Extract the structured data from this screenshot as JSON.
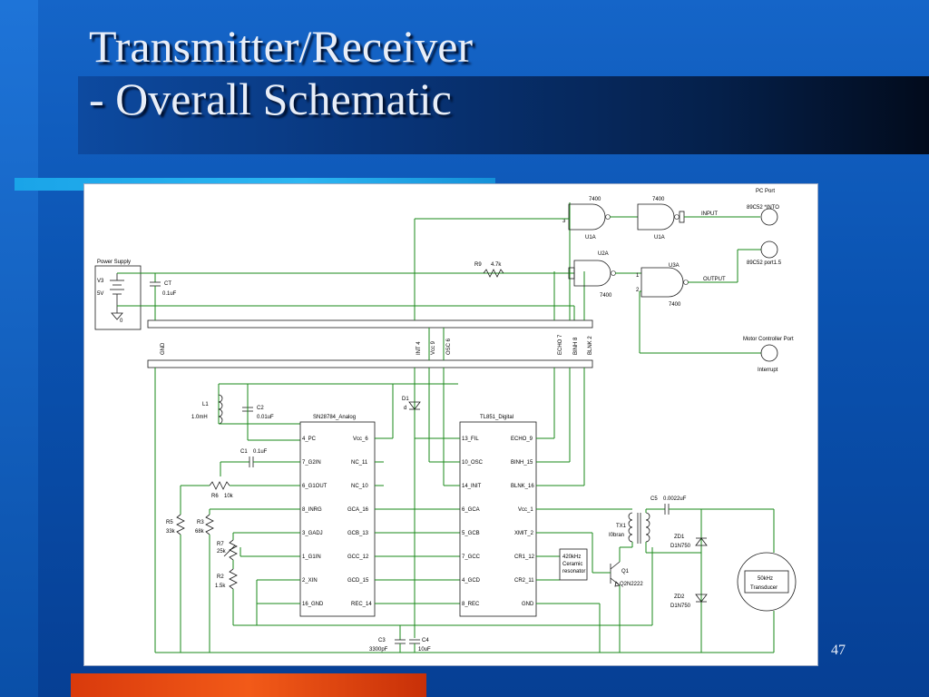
{
  "slide": {
    "title_line1": "Transmitter/Receiver",
    "title_line2": "- Overall Schematic",
    "page_number": "47"
  },
  "schematic": {
    "power_supply": {
      "label": "Power Supply",
      "ref": "V3",
      "value": "5V",
      "gnd": "0"
    },
    "ct": {
      "ref": "CT",
      "value": "0.1uF"
    },
    "r9": {
      "ref": "R9",
      "value": "4.7k"
    },
    "bus_labels": [
      "GND",
      "INT 4",
      "Vcc 9",
      "OSC 6",
      "ECHO 7",
      "BINH 8",
      "BLNK 2"
    ],
    "gates": {
      "u1a_a": {
        "type": "7400",
        "ref": "U1A"
      },
      "u1a_b": {
        "type": "7400",
        "ref": "U1A"
      },
      "u2a": {
        "type": "7400",
        "ref": "U2A"
      },
      "u3a": {
        "type": "7400",
        "ref": "U3A"
      }
    },
    "pc_port": {
      "label": "PC Port",
      "p1": "89C52 *INTO",
      "p2": "89C52 port1.5",
      "input": "INPUT",
      "output": "OUTPUT"
    },
    "motor": {
      "label": "Motor Controller Port",
      "interrupt": "Interrupt"
    },
    "l1": {
      "ref": "L1",
      "value": "1.0mH"
    },
    "c2": {
      "ref": "C2",
      "value": "0.01uF"
    },
    "c1": {
      "ref": "C1",
      "value": "0.1uF"
    },
    "r6": {
      "ref": "R6",
      "value": "10k"
    },
    "r5": {
      "ref": "R5",
      "value": "33k"
    },
    "r3": {
      "ref": "R3",
      "value": "68k"
    },
    "r7": {
      "ref": "R7",
      "value": "25k"
    },
    "r2": {
      "ref": "R2",
      "value": "1.5k"
    },
    "d1": {
      "ref": "D1",
      "value": "d"
    },
    "ic_analog": {
      "name": "SN28784_Analog",
      "left": [
        "4_PC",
        "7_G2IN",
        "6_G1OUT",
        "8_INRG",
        "3_GADJ",
        "1_G1IN",
        "2_XIN",
        "16_GND"
      ],
      "right": [
        "Vcc_6",
        "NC_11",
        "NC_10",
        "GCA_16",
        "GCB_13",
        "GCC_12",
        "GCD_15",
        "REC_14"
      ]
    },
    "ic_digital": {
      "name": "TL851_Digital",
      "left": [
        "13_FIL",
        "10_OSC",
        "14_INIT",
        "6_GCA",
        "5_GCB",
        "7_GCC",
        "4_GCD",
        "8_REC"
      ],
      "right": [
        "ECHO_9",
        "BINH_15",
        "BLNK_16",
        "Vcc_1",
        "XMIT_2",
        "CR1_12",
        "CR2_11",
        "GND"
      ]
    },
    "c3": {
      "ref": "C3",
      "value": "3300pF"
    },
    "c4": {
      "ref": "C4",
      "value": "10uF"
    },
    "c5": {
      "ref": "C5",
      "value": "0.0022uF"
    },
    "tx1": {
      "ref": "TX1",
      "value": "I0bran"
    },
    "resonator": {
      "line1": "420kHz",
      "line2": "Ceramic",
      "line3": "resonator"
    },
    "q1": {
      "ref": "Q1",
      "value": "Q2N2222"
    },
    "zd1": {
      "ref": "ZD1",
      "value": "D1N750"
    },
    "zd2": {
      "ref": "ZD2",
      "value": "D1N750"
    },
    "transducer": {
      "line1": "50kHz",
      "line2": "Transducer"
    }
  }
}
